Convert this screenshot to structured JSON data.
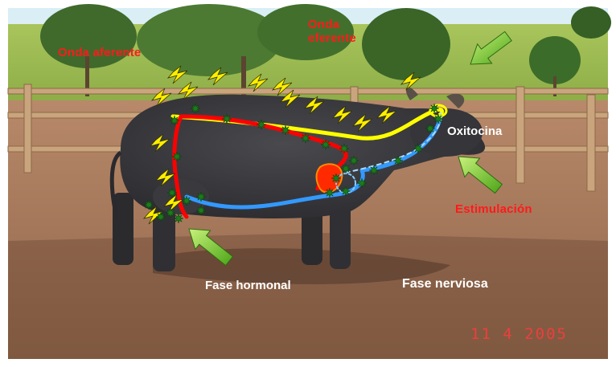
{
  "labels": {
    "onda_aferente": "Onda aferente",
    "onda_eferente": "Onda\neferente",
    "oxitocina": "Oxitocina",
    "estimulacion": "Estimulación",
    "fase_hormonal": "Fase hormonal",
    "fase_nerviosa": "Fase nerviosa"
  },
  "date_stamp": "11  4 2005",
  "colors": {
    "afferent_path": "#ff0000",
    "efferent_path": "#ffff00",
    "hormonal_path": "#3399ff",
    "arrow": "#66cc22",
    "spark": "#ffee00",
    "star": "#1a6b1a",
    "label_red": "#ff1a1a",
    "label_white": "#ffffff"
  },
  "icons": [
    "lightning-bolt-icon",
    "star-burst-icon",
    "green-arrow-icon"
  ]
}
